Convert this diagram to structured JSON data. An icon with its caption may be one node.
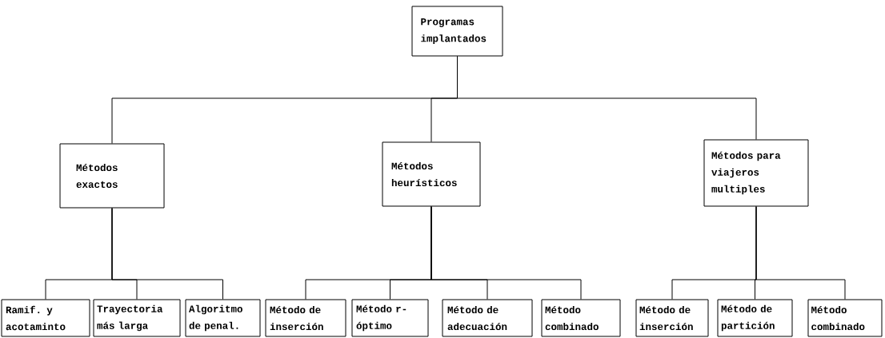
{
  "diagram": {
    "nodes": [
      {
        "text": [
          "Programas implantados"
        ]
      },
      {
        "text": [
          "Métodos exactos"
        ]
      },
      {
        "text": [
          "Métodos heurísticos"
        ]
      },
      {
        "text": [
          "Métodos para viajeros multiples"
        ]
      },
      {
        "text": [
          "Ramif. y acotaminto"
        ]
      },
      {
        "text": [
          "Trayectoria más larga"
        ]
      },
      {
        "text": [
          "Algoritmo de penal."
        ]
      },
      {
        "text": [
          "Método de inserción"
        ]
      },
      {
        "text": [
          "Método r-óptimo"
        ]
      },
      {
        "text": [
          "Método de adecuación"
        ]
      },
      {
        "text": [
          "Método combinado"
        ]
      },
      {
        "text": [
          "Método de inserción"
        ]
      },
      {
        "text": [
          "Método de partición"
        ]
      },
      {
        "text": [
          "Método combinado"
        ]
      }
    ],
    "edges": [
      {
        "from": 0,
        "to": 1,
        "arrow": "none"
      },
      {
        "from": 0,
        "to": 2,
        "arrow": "none"
      },
      {
        "from": 0,
        "to": 3,
        "arrow": "none"
      },
      {
        "from": 1,
        "to": 4,
        "arrow": "none"
      },
      {
        "from": 1,
        "to": 5,
        "arrow": "none"
      },
      {
        "from": 1,
        "to": 6,
        "arrow": "none"
      },
      {
        "from": 2,
        "to": 7,
        "arrow": "none"
      },
      {
        "from": 2,
        "to": 8,
        "arrow": "none"
      },
      {
        "from": 2,
        "to": 9,
        "arrow": "none"
      },
      {
        "from": 2,
        "to": 10,
        "arrow": "none"
      },
      {
        "from": 3,
        "to": 11,
        "arrow": "none"
      },
      {
        "from": 3,
        "to": 12,
        "arrow": "none"
      },
      {
        "from": 3,
        "to": 13,
        "arrow": "none"
      }
    ]
  }
}
